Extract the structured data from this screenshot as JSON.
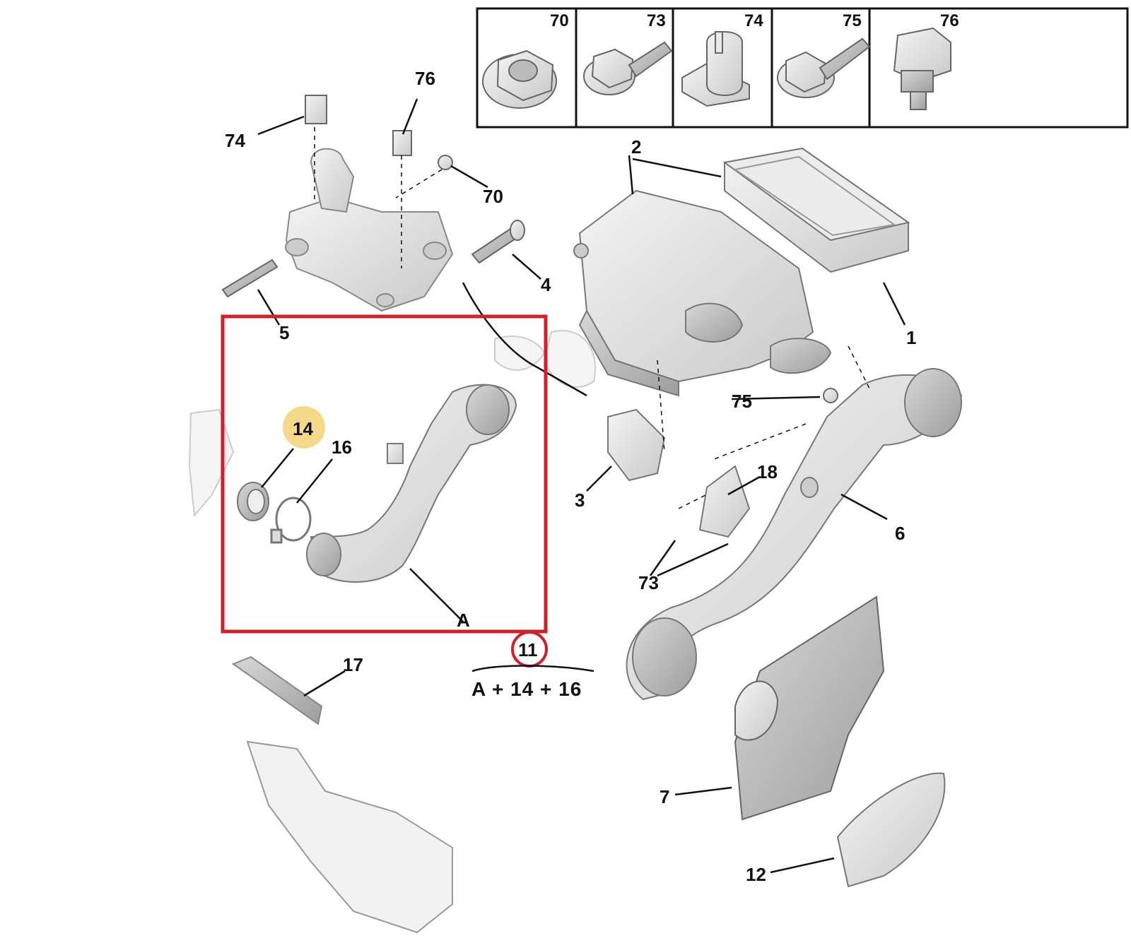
{
  "fastener_strip": {
    "items": [
      {
        "number": "70",
        "icon": "flange-nut-icon"
      },
      {
        "number": "73",
        "icon": "flange-bolt-icon"
      },
      {
        "number": "74",
        "icon": "clip-icon"
      },
      {
        "number": "75",
        "icon": "flange-screw-icon"
      },
      {
        "number": "76",
        "icon": "push-clip-icon"
      }
    ]
  },
  "callouts": {
    "c1": "1",
    "c2": "2",
    "c3": "3",
    "c4": "4",
    "c5": "5",
    "c6": "6",
    "c7": "7",
    "c12": "12",
    "c16": "16",
    "c17": "17",
    "c18": "18",
    "c70": "70",
    "c73": "73",
    "c74": "74",
    "c75": "75",
    "c76": "76",
    "cA": "A"
  },
  "highlight": {
    "part_number": "14",
    "kit_number": "11",
    "kit_formula": "A + 14 + 16",
    "box_color": "#d0202a",
    "part_marker_color": "#f5d98a"
  }
}
